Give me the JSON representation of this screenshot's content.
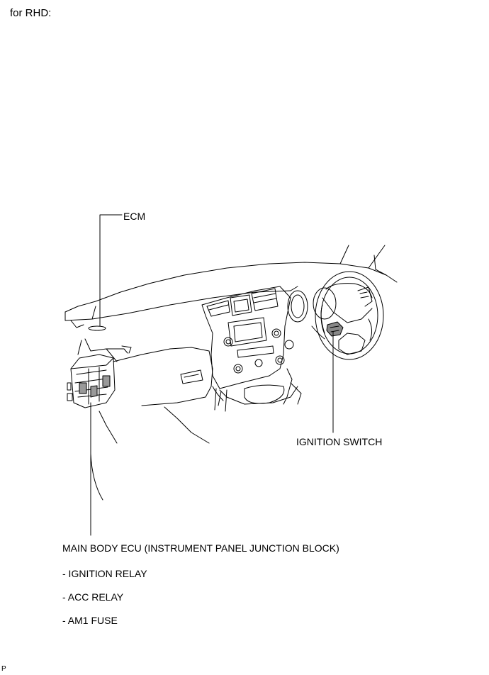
{
  "title": "for RHD:",
  "labels": {
    "ecm": "ECM",
    "ignition_switch": "IGNITION SWITCH",
    "main_body_ecu": "MAIN BODY ECU (INSTRUMENT PANEL JUNCTION BLOCK)"
  },
  "sub_items": [
    "- IGNITION RELAY",
    "- ACC RELAY",
    "- AM1 FUSE"
  ],
  "footer_mark": "P"
}
